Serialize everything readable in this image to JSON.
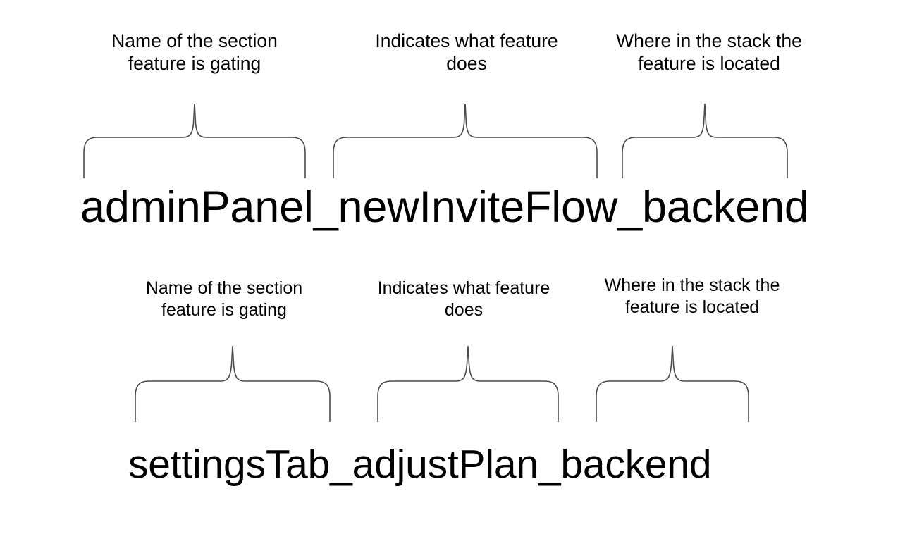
{
  "page": {
    "background_color": "#ffffff",
    "text_color": "#000000",
    "brace_color": "#4a4a4a"
  },
  "rows": [
    {
      "id": "row-1",
      "flag_name": "adminPanel_newInviteFlow_backend",
      "segments": [
        {
          "token": "adminPanel",
          "label": "Name of the section\nfeature is gating"
        },
        {
          "token": "newInviteFlow",
          "label": "Indicates what feature\ndoes"
        },
        {
          "token": "backend",
          "label": "Where in the stack the\nfeature is located"
        }
      ]
    },
    {
      "id": "row-2",
      "flag_name": "settingsTab_adjustPlan_backend",
      "segments": [
        {
          "token": "settingsTab",
          "label": "Name of the section\nfeature is gating"
        },
        {
          "token": "adjustPlan",
          "label": "Indicates what feature\ndoes"
        },
        {
          "token": "backend",
          "label": "Where in the stack the\nfeature is located"
        }
      ]
    }
  ]
}
